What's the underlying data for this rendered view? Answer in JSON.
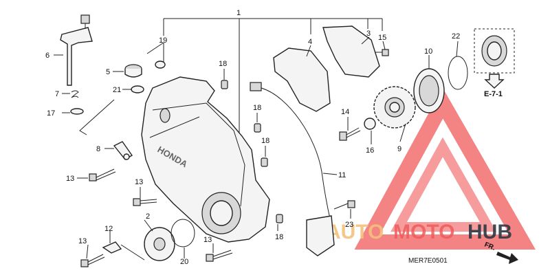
{
  "labels": {
    "l1": "1",
    "l2": "2",
    "l3": "3",
    "l4": "4",
    "l5": "5",
    "l6": "6",
    "l7": "7",
    "l8": "8",
    "l9": "9",
    "l10": "10",
    "l11": "11",
    "l12": "12",
    "l13a": "13",
    "l13b": "13",
    "l13c": "13",
    "l13d": "13",
    "l14": "14",
    "l15": "15",
    "l16": "16",
    "l17": "17",
    "l18a": "18",
    "l18b": "18",
    "l18c": "18",
    "l18d": "18",
    "l19": "19",
    "l20": "20",
    "l21": "21",
    "l22": "22",
    "l23": "23"
  },
  "ref": "E-7-1",
  "cover_brand": "HONDA",
  "fr_label": "FR.",
  "diagram_code": "MER7E0501",
  "watermark": {
    "brand_auto": "AUTO",
    "brand_moto": "MOTO",
    "brand_hub": "HUB",
    "colors": {
      "accent_red": "#f05a5a",
      "accent_gold": "#f3c07a",
      "text_dark": "#2d3742"
    }
  }
}
